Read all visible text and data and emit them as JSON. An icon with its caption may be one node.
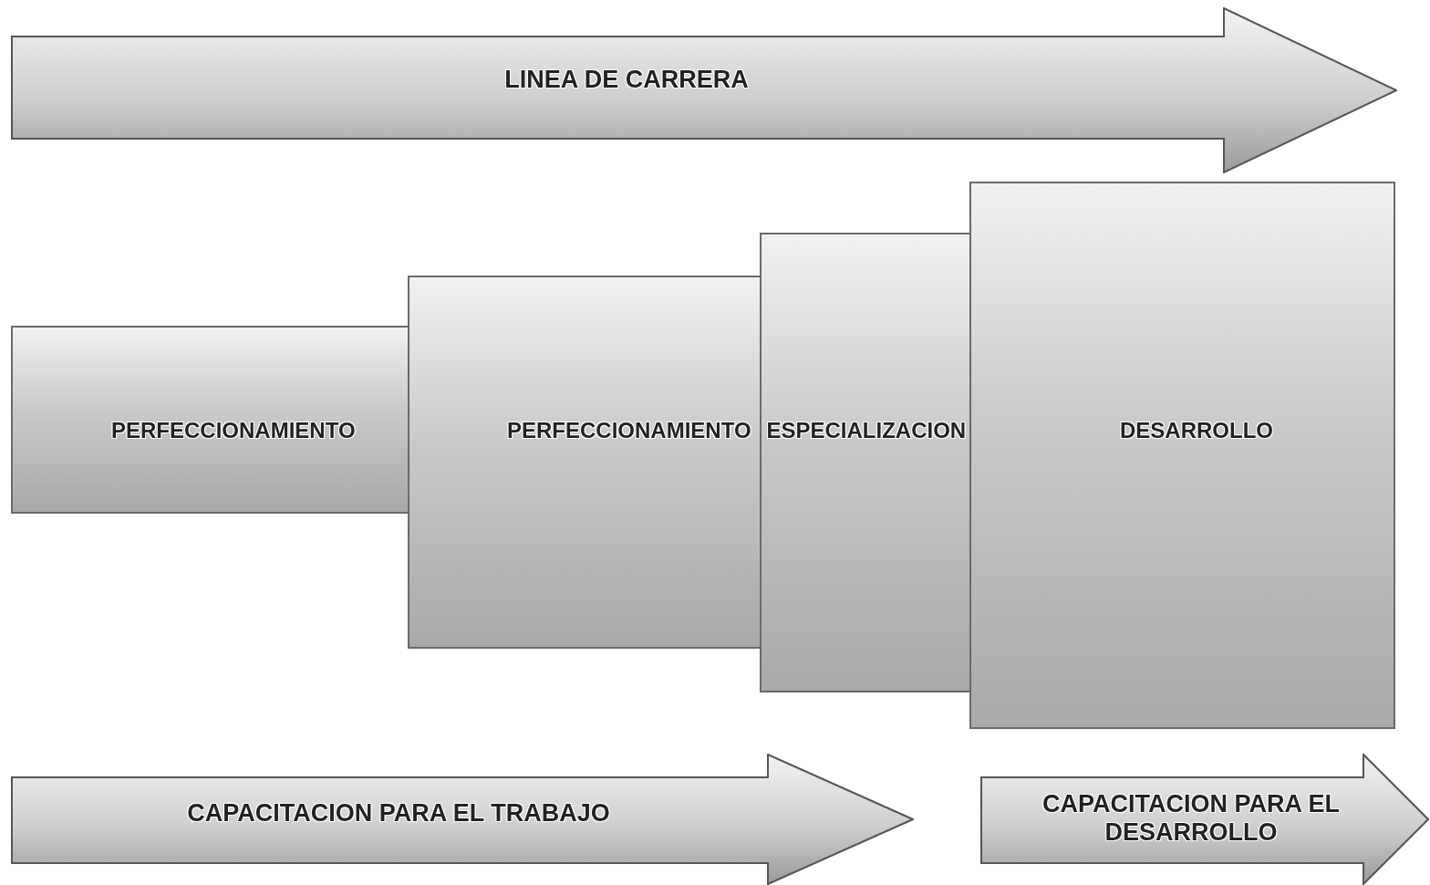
{
  "diagram": {
    "nodes": [
      {
        "text": [
          "LINEA DE CARRERA"
        ]
      },
      {
        "text": [
          "PERFECCIONAMIENTO"
        ]
      },
      {
        "text": [
          "PERFECCIONAMIENTO"
        ]
      },
      {
        "text": [
          "ESPECIALIZACION"
        ]
      },
      {
        "text": [
          "DESARROLLO"
        ]
      },
      {
        "text": [
          "CAPACITACION PARA EL TRABAJO"
        ]
      },
      {
        "text": [
          "CAPACITACION PARA EL DESARROLLO"
        ]
      }
    ]
  }
}
